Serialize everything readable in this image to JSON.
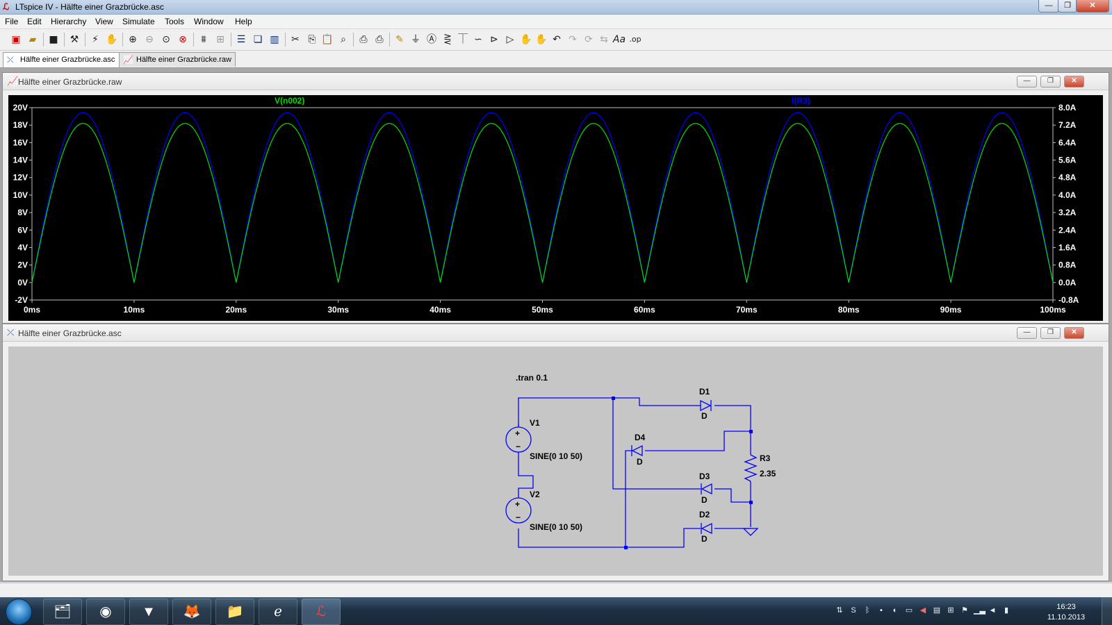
{
  "window": {
    "title": "LTspice IV - Hälfte einer Grazbrücke.asc",
    "logo_icon": "ltspice-logo-icon",
    "minimize": "—",
    "maximize": "❐",
    "close": "✕"
  },
  "menu": [
    "File",
    "Edit",
    "Hierarchy",
    "View",
    "Simulate",
    "Tools",
    "Window",
    "Help"
  ],
  "toolbar_icons": [
    "new-schematic-icon",
    "open-icon",
    "save-icon",
    "control-panel-icon",
    "run-icon",
    "halt-icon",
    "zoom-in-icon",
    "zoom-out-icon",
    "zoom-fit-icon",
    "zoom-cancel-icon",
    "autorange-icon",
    "grid-icon",
    "tile-horizontal-icon",
    "cascade-icon",
    "tile-vertical-icon",
    "cut-icon",
    "copy-icon",
    "paste-icon",
    "find-icon",
    "print-setup-icon",
    "print-icon",
    "draw-wire-icon",
    "ground-icon",
    "label-net-icon",
    "resistor-icon",
    "capacitor-icon",
    "inductor-icon",
    "diode-icon",
    "component-icon",
    "move-icon",
    "drag-icon",
    "undo-icon",
    "redo-icon",
    "rotate-icon",
    "mirror-icon",
    "text-icon",
    "spice-directive-icon"
  ],
  "tabs": [
    {
      "label": "Hälfte einer Grazbrücke.asc",
      "icon": "schematic-icon",
      "active": true
    },
    {
      "label": "Hälfte einer Grazbrücke.raw",
      "icon": "waveform-icon",
      "active": false
    }
  ],
  "waveform_window": {
    "title": "Hälfte einer Grazbrücke.raw",
    "minimize": "—",
    "maximize": "❐",
    "close": "✕"
  },
  "schematic_window": {
    "title": "Hälfte einer Grazbrücke.asc",
    "minimize": "—",
    "maximize": "❐",
    "close": "✕"
  },
  "chart_data": {
    "type": "line",
    "series": [
      {
        "name": "V(n002)",
        "color": "#00e000",
        "axis": "left",
        "shape": "full-wave rectified sine",
        "peak": 18.2,
        "frequency_hz": 100
      },
      {
        "name": "I(R3)",
        "color": "#0000ff",
        "axis": "right",
        "shape": "full-wave rectified sine",
        "peak": 7.77,
        "frequency_hz": 100
      }
    ],
    "x": {
      "range": [
        0,
        100
      ],
      "unit": "ms",
      "ticks": [
        "0ms",
        "10ms",
        "20ms",
        "30ms",
        "40ms",
        "50ms",
        "60ms",
        "70ms",
        "80ms",
        "90ms",
        "100ms"
      ]
    },
    "y_left": {
      "range": [
        -2,
        20
      ],
      "ticks": [
        "-2V",
        "0V",
        "2V",
        "4V",
        "6V",
        "8V",
        "10V",
        "12V",
        "14V",
        "16V",
        "18V",
        "20V"
      ]
    },
    "y_right": {
      "range": [
        -0.8,
        8.0
      ],
      "ticks": [
        "-0.8A",
        "0.0A",
        "0.8A",
        "1.6A",
        "2.4A",
        "3.2A",
        "4.0A",
        "4.8A",
        "5.6A",
        "6.4A",
        "7.2A",
        "8.0A"
      ]
    },
    "grid": false,
    "background": "#000000"
  },
  "schematic": {
    "directive": ".tran 0.1",
    "components": [
      {
        "ref": "V1",
        "value": "SINE(0 10 50)"
      },
      {
        "ref": "V2",
        "value": "SINE(0 10 50)"
      },
      {
        "ref": "D1",
        "value": "D"
      },
      {
        "ref": "D2",
        "value": "D"
      },
      {
        "ref": "D3",
        "value": "D"
      },
      {
        "ref": "D4",
        "value": "D"
      },
      {
        "ref": "R3",
        "value": "2.35"
      }
    ],
    "wire_color": "#0000ff"
  },
  "taskbar": {
    "apps": [
      "explorer-icon",
      "chrome-icon",
      "usb-tool-icon",
      "gimp-icon",
      "folder-icon",
      "internet-explorer-icon",
      "ltspice-icon"
    ],
    "tray_icons": [
      "network-icon",
      "skype-icon",
      "bluetooth-icon",
      "generic-icon",
      "antivirus-icon",
      "monitor-icon",
      "speaker-icon",
      "window-icon",
      "grid-icon",
      "flag-icon",
      "signal-icon",
      "volume-icon",
      "battery-icon"
    ],
    "time": "16:23",
    "date": "11.10.2013"
  }
}
